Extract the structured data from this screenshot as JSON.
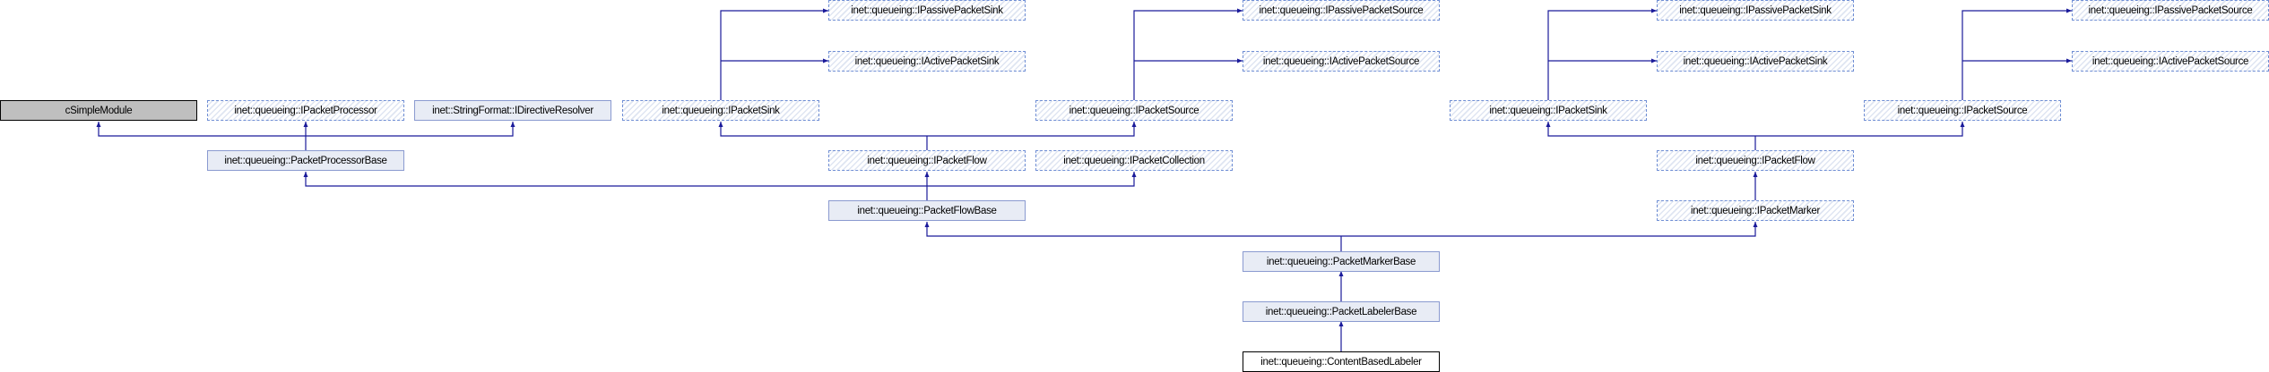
{
  "diagram": {
    "edge_color": "#1a1a9a",
    "nodes": [
      {
        "id": "n0",
        "label": "cSimpleModule",
        "kind": "ext"
      },
      {
        "id": "n1",
        "label": "inet::queueing::IPacketProcessor",
        "kind": "iface"
      },
      {
        "id": "n2",
        "label": "inet::StringFormat::IDirectiveResolver",
        "kind": "class"
      },
      {
        "id": "n3",
        "label": "inet::queueing::IPacketSink",
        "kind": "iface"
      },
      {
        "id": "n4",
        "label": "inet::queueing::IPassivePacketSink",
        "kind": "iface"
      },
      {
        "id": "n5",
        "label": "inet::queueing::IActivePacketSink",
        "kind": "iface"
      },
      {
        "id": "n6",
        "label": "inet::queueing::IPacketSource",
        "kind": "iface"
      },
      {
        "id": "n7",
        "label": "inet::queueing::IPassivePacketSource",
        "kind": "iface"
      },
      {
        "id": "n8",
        "label": "inet::queueing::IActivePacketSource",
        "kind": "iface"
      },
      {
        "id": "n9",
        "label": "inet::queueing::PacketProcessorBase",
        "kind": "class"
      },
      {
        "id": "n10",
        "label": "inet::queueing::IPacketFlow",
        "kind": "iface"
      },
      {
        "id": "n11",
        "label": "inet::queueing::IPacketCollection",
        "kind": "iface"
      },
      {
        "id": "n12",
        "label": "inet::queueing::PacketFlowBase",
        "kind": "class"
      },
      {
        "id": "n13",
        "label": "inet::queueing::PacketMarkerBase",
        "kind": "class"
      },
      {
        "id": "n14",
        "label": "inet::queueing::PacketLabelerBase",
        "kind": "class"
      },
      {
        "id": "n15",
        "label": "inet::queueing::ContentBasedLabeler",
        "kind": "self"
      },
      {
        "id": "n16",
        "label": "inet::queueing::IPacketSink",
        "kind": "iface"
      },
      {
        "id": "n17",
        "label": "inet::queueing::IPassivePacketSink",
        "kind": "iface"
      },
      {
        "id": "n18",
        "label": "inet::queueing::IActivePacketSink",
        "kind": "iface"
      },
      {
        "id": "n19",
        "label": "inet::queueing::IPacketSource",
        "kind": "iface"
      },
      {
        "id": "n20",
        "label": "inet::queueing::IPassivePacketSource",
        "kind": "iface"
      },
      {
        "id": "n21",
        "label": "inet::queueing::IActivePacketSource",
        "kind": "iface"
      },
      {
        "id": "n22",
        "label": "inet::queueing::IPacketFlow",
        "kind": "iface"
      },
      {
        "id": "n23",
        "label": "inet::queueing::IPacketMarker",
        "kind": "iface"
      }
    ]
  }
}
